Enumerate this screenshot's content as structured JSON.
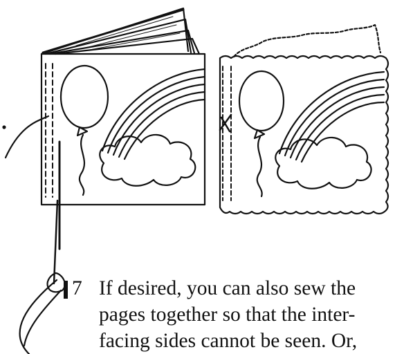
{
  "step": {
    "number": "7",
    "lines": [
      "If desired, you can also sew the",
      "pages together so that the inter-",
      "facing sides cannot be seen. Or,"
    ]
  },
  "illustration": {
    "left_book": "sewn-booklet-with-needle",
    "right_book": "booklet-with-wavy-edges",
    "motif": [
      "balloon-icon",
      "rainbow-icon",
      "cloud-icon"
    ]
  }
}
